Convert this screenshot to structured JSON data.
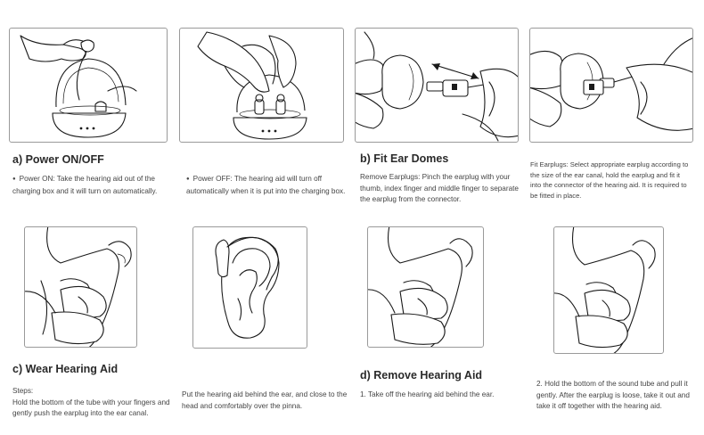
{
  "sections": {
    "power": {
      "title": "a) Power ON/OFF",
      "on_text": "Power ON: Take the hearing aid out of the charging box and it will turn on automatically.",
      "off_text": "Power OFF: The hearing aid will turn off automatically when it is put into the charging box."
    },
    "domes": {
      "title": "b) Fit Ear Domes",
      "remove_text": "Remove Earplugs: Pinch the earplug with your thumb, index finger and middle finger to separate the earplug from the connector.",
      "fit_text": "Fit Earplugs: Select appropriate earplug according to the size of the ear canal, hold the earplug and fit it into the connector of the hearing aid. It is required to be fitted in place."
    },
    "wear": {
      "title": "c) Wear Hearing Aid",
      "steps_label": "Steps:",
      "step1": "Hold the bottom of the tube with your fingers and gently push the earplug into the ear canal.",
      "step2": "Put the hearing aid behind the ear, and close to the head and comfortably over the pinna."
    },
    "remove": {
      "title": "d) Remove Hearing Aid",
      "step1": "1. Take off the hearing aid behind the ear.",
      "step2": "2. Hold the bottom of the sound tube and pull it gently. After the earplug is loose, take it out and take it off together with the hearing aid."
    }
  }
}
